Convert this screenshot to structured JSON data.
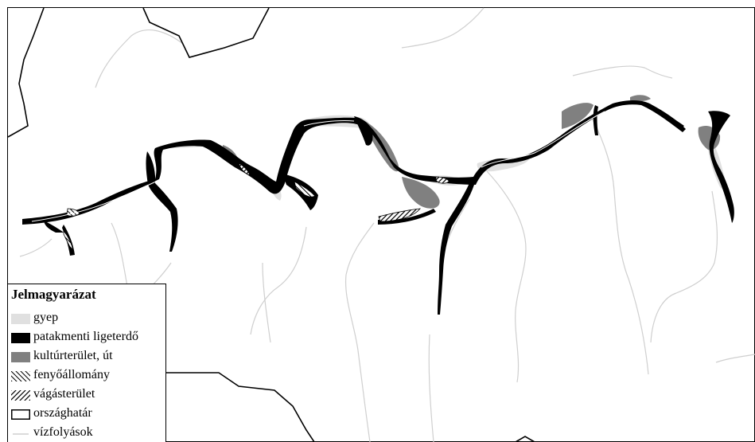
{
  "legend": {
    "title": "Jelmagyarázat",
    "items": [
      {
        "key": "gyep",
        "label": "gyep",
        "color": "#e0e0e0"
      },
      {
        "key": "ligeterdo",
        "label": "patakmenti ligeterdő",
        "color": "#000000"
      },
      {
        "key": "kultur",
        "label": "kultúrterület, út",
        "color": "#808080"
      },
      {
        "key": "fenyo",
        "label": "fenyőállomány",
        "color": "#000000"
      },
      {
        "key": "vagas",
        "label": "vágásterület",
        "color": "#000000"
      },
      {
        "key": "hatar",
        "label": "országhatár",
        "color": "#000000"
      },
      {
        "key": "viz",
        "label": "vízfolyások",
        "color": "#cfcfcf"
      }
    ]
  },
  "colors": {
    "grassland": "#e0e0e0",
    "riparian_forest": "#000000",
    "cultivated": "#808080",
    "border": "#000000",
    "streams": "#cfcfcf"
  }
}
